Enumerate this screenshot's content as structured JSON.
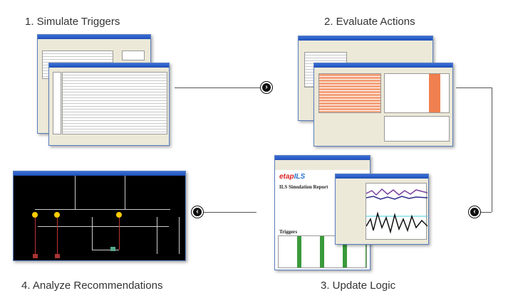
{
  "steps": [
    {
      "label": "1. Simulate Triggers"
    },
    {
      "label": "2. Evaluate  Actions"
    },
    {
      "label": "3. Update Logic"
    },
    {
      "label": "4. Analyze Recommendations"
    }
  ],
  "report": {
    "logo_text": "etap",
    "logo_accent": "ILS",
    "title": "ILS Simulation Report",
    "section": "Triggers"
  },
  "icons": {
    "next": "chevron-right-circle-icon",
    "prev": "chevron-left-circle-icon"
  },
  "colors": {
    "titlebar": "#2050b8",
    "highlight": "#f08050",
    "plot_purple": "#7a3fa0",
    "plot_cyan": "#40d0e0"
  }
}
